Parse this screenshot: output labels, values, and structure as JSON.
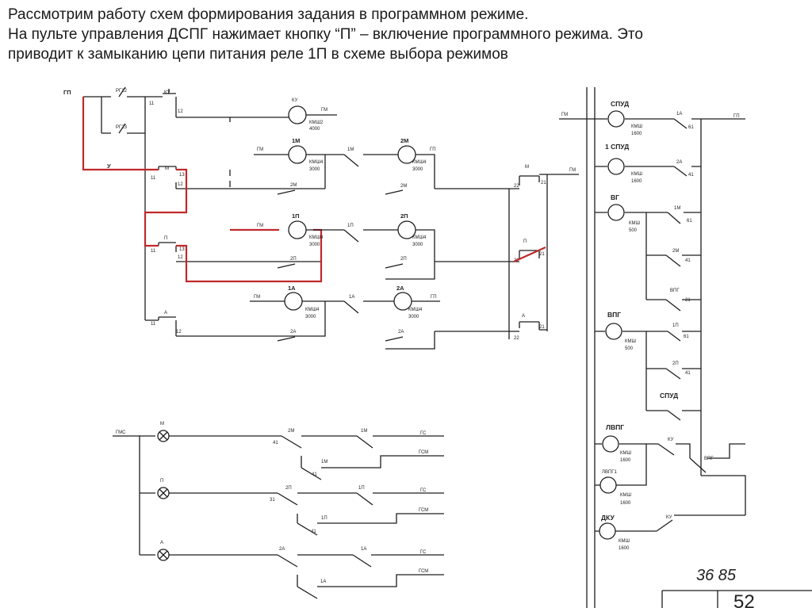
{
  "caption": {
    "line1": "Рассмотрим работу схем формирования задания в программном режиме.",
    "line2": "На пульте управления ДСПГ нажимает кнопку “П” – включение программного режима. Это",
    "line3": "приводит к замыканию цепи питания реле 1П в схеме выбора режимов"
  },
  "colors": {
    "wire": "#1e1e1e",
    "highlight": "#c0292b",
    "background": "#ffffff"
  },
  "labels": {
    "gp": "ГП",
    "rg12": "РГ12",
    "rg23": "РГ23",
    "u": "У",
    "ku": "КУ",
    "n11": "11",
    "n12": "12",
    "n13": "13",
    "n21": "21",
    "n22": "22",
    "gm": "ГМ",
    "km2": "КМШ2",
    "r4000": "4000",
    "r1m": "1М",
    "r2m": "2М",
    "kmsh4": "КМШ4",
    "r3000": "3000",
    "m": "М",
    "p": "П",
    "a": "А",
    "r1p": "1П",
    "r2p": "2П",
    "r1a": "1А",
    "r2a": "2А",
    "go": "ГП",
    "spud": "СПУД",
    "spud1": "1 СПУД",
    "vg": "ВГ",
    "kmsh": "КМШ",
    "r1600": "1600",
    "r500": "500",
    "n61": "61",
    "n41": "41",
    "vpg": "ВПГ",
    "lvpg": "ЛВПГ",
    "lvpg1": "ЛВПГ1",
    "dku": "ДКУ",
    "gms": "ГМС",
    "gs": "ГС",
    "gsm": "ГСМ",
    "n31": "31",
    "stamp_num": "36 85",
    "page_num": "52"
  }
}
